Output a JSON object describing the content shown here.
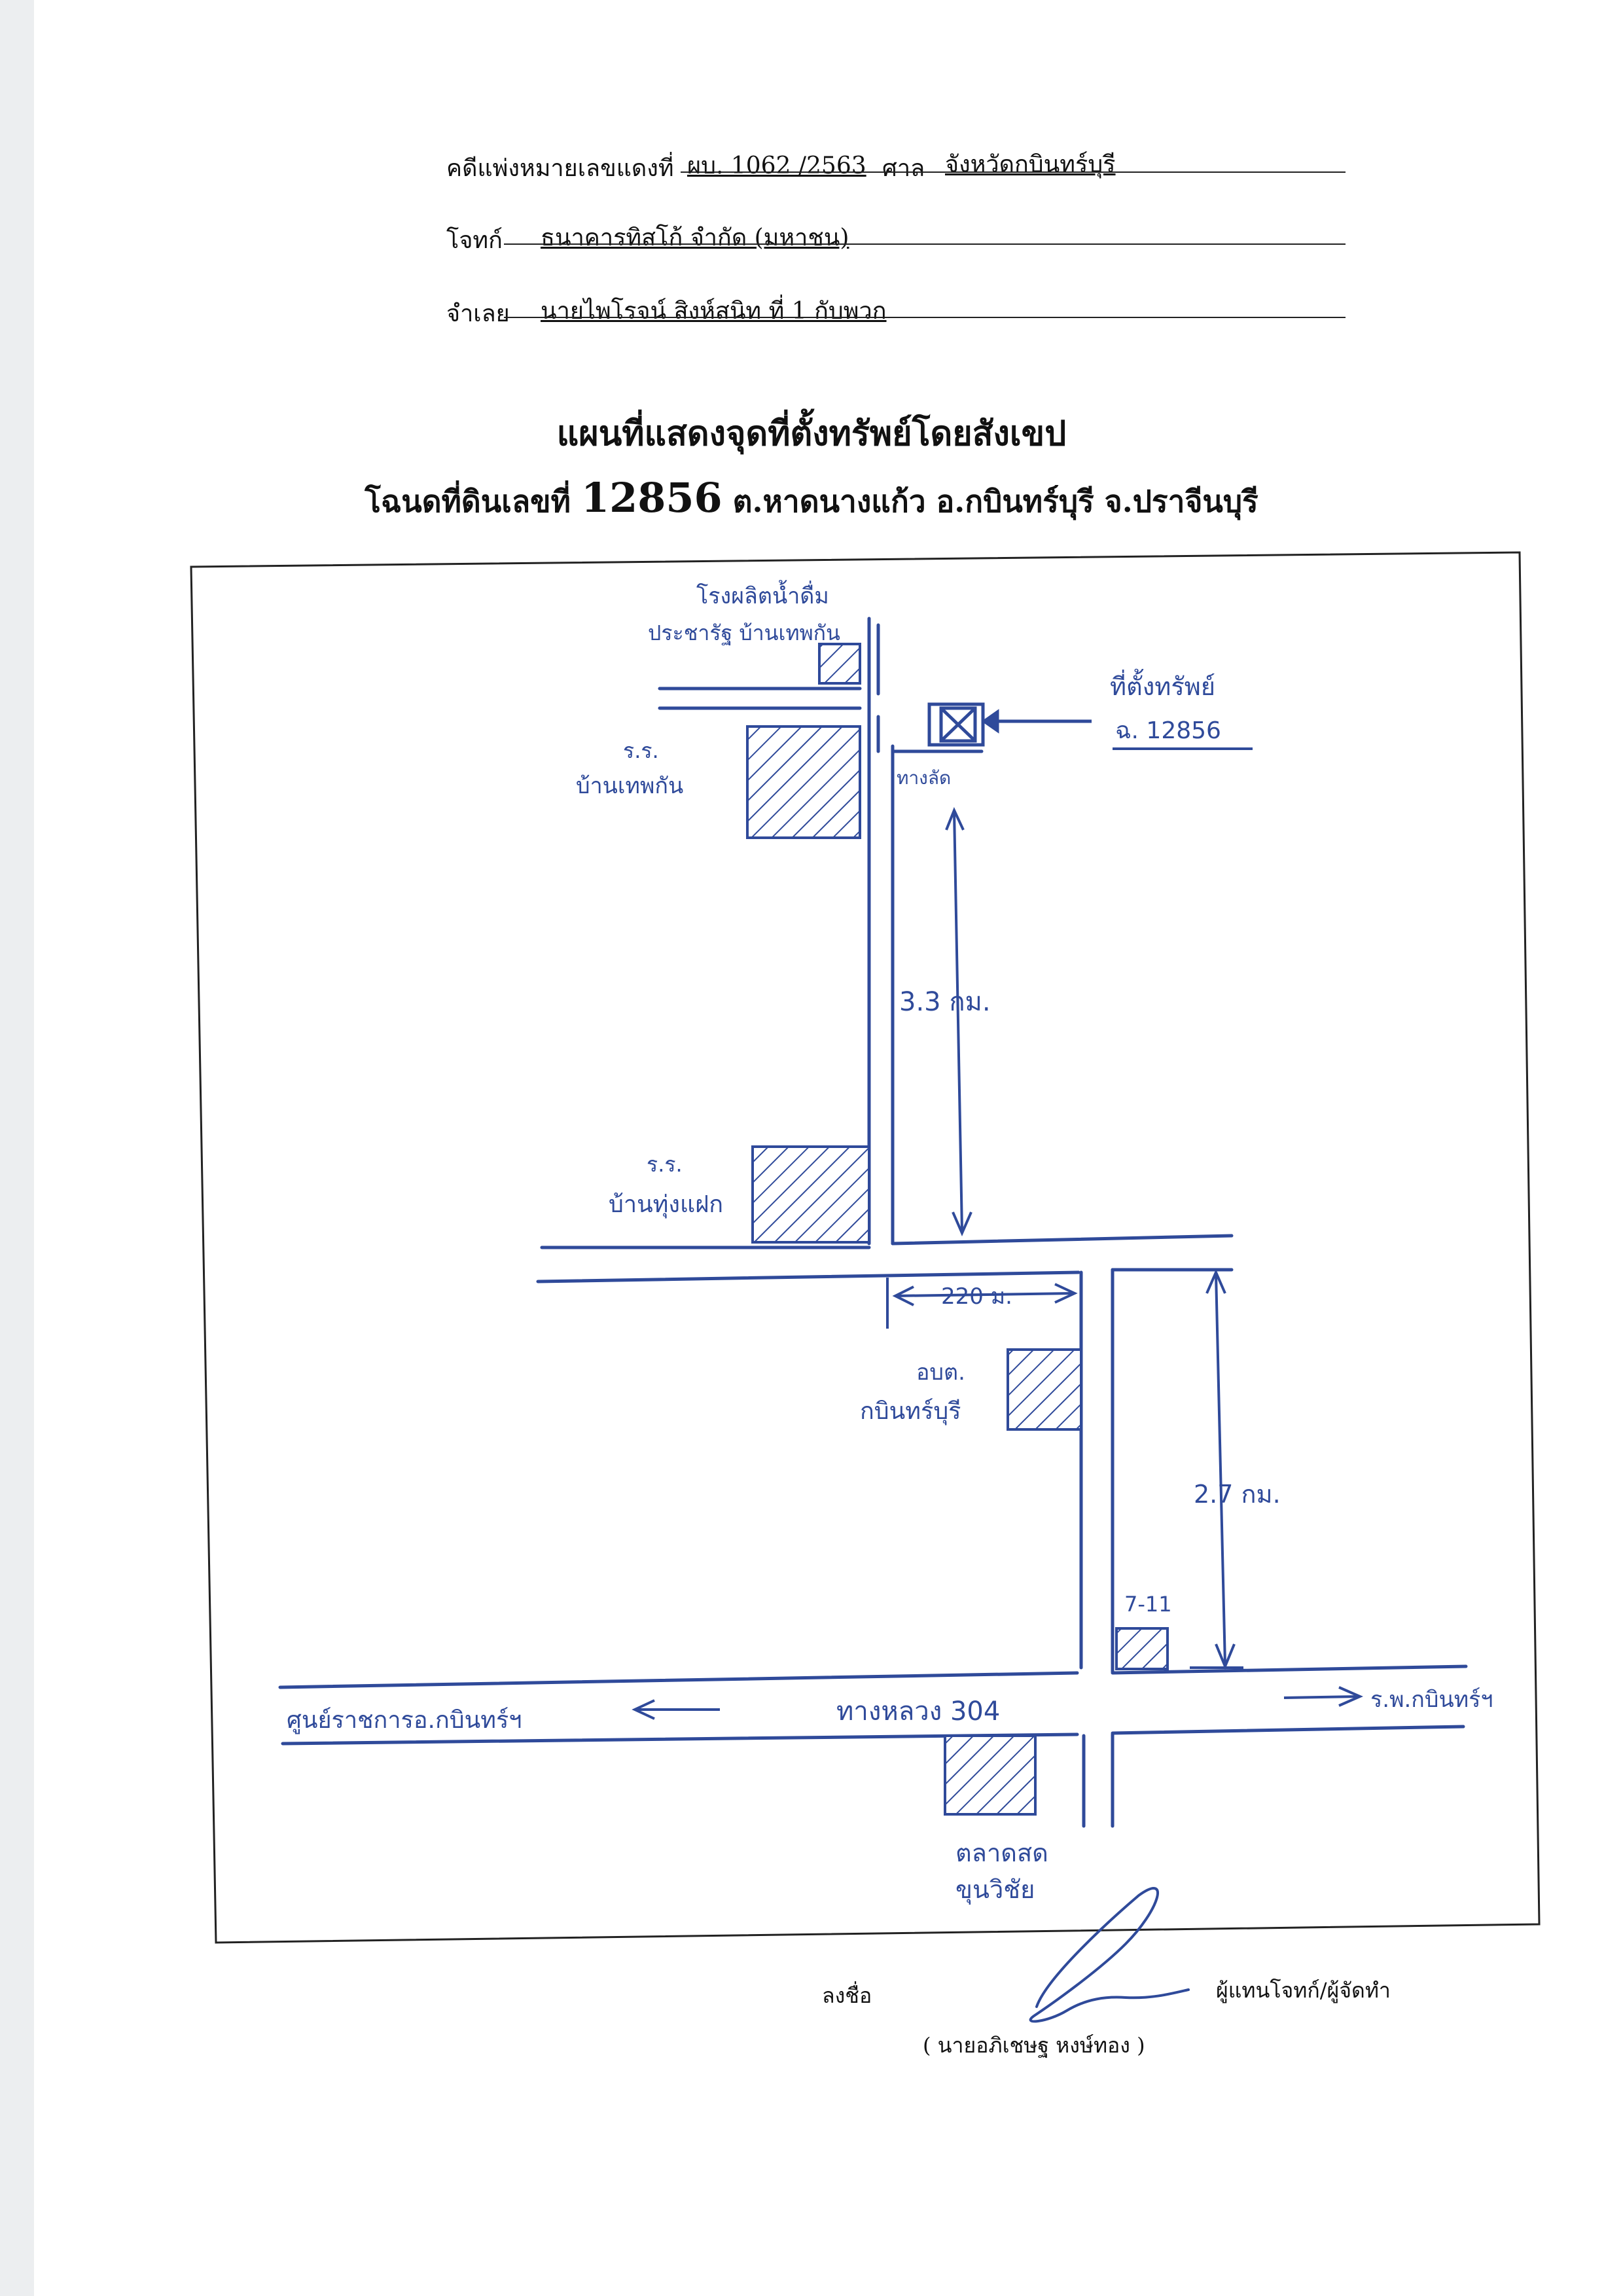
{
  "header": {
    "case_label": "คดีแพ่งหมายเลขแดงที่",
    "case_no": "ผบ. 1062 /2563",
    "court_label": "ศาล",
    "court": "จังหวัดกบินทร์บุรี",
    "plaintiff_label": "โจทก์",
    "plaintiff": "ธนาคารทิสโก้ จำกัด (มหาชน)",
    "defendant_label": "จำเลย",
    "defendant": "นายไพโรจน์ สิงห์สนิท ที่ 1 กับพวก"
  },
  "title": {
    "line1": "แผนที่แสดงจุดที่ตั้งทรัพย์โดยสังเขป",
    "deed_label": "โฉนดที่ดินเลขที่",
    "deed_no": "12856",
    "location": "ต.หาดนางแก้ว อ.กบินทร์บุรี จ.ปราจีนบุรี"
  },
  "map": {
    "water_plant": "โรงผลิตน้ำดื่ม",
    "water_plant_2": "ประชารัฐ บ้านเทพกัน",
    "school_1_a": "ร.ร.",
    "school_1_b": "บ้านเทพกัน",
    "property_a": "ที่ตั้งทรัพย์",
    "property_b": "ฉ. 12856",
    "road_name_small": "ทางลัด",
    "dist_1": "3.3 กม.",
    "school_2_a": "ร.ร.",
    "school_2_b": "บ้านทุ่งแฝก",
    "dist_2": "220 ม.",
    "sao_a": "อบต.",
    "sao_b": "กบินทร์บุรี",
    "dist_3": "2.7 กม.",
    "seven_eleven": "7-11",
    "highway": "ทางหลวง 304",
    "left_dest": "ศูนย์ราชการอ.กบินทร์ฯ",
    "right_dest": "ร.พ.กบินทร์ฯ",
    "market_a": "ตลาดสด",
    "market_b": "ขุนวิชัย"
  },
  "signature": {
    "sign_label": "ลงชื่อ",
    "role": "ผู้แทนโจทก์/ผู้จัดทำ",
    "name": "(   นายอภิเชษฐ หงษ์ทอง   )"
  },
  "colors": {
    "ink": "#2f4a9a",
    "frame": "#222222"
  }
}
